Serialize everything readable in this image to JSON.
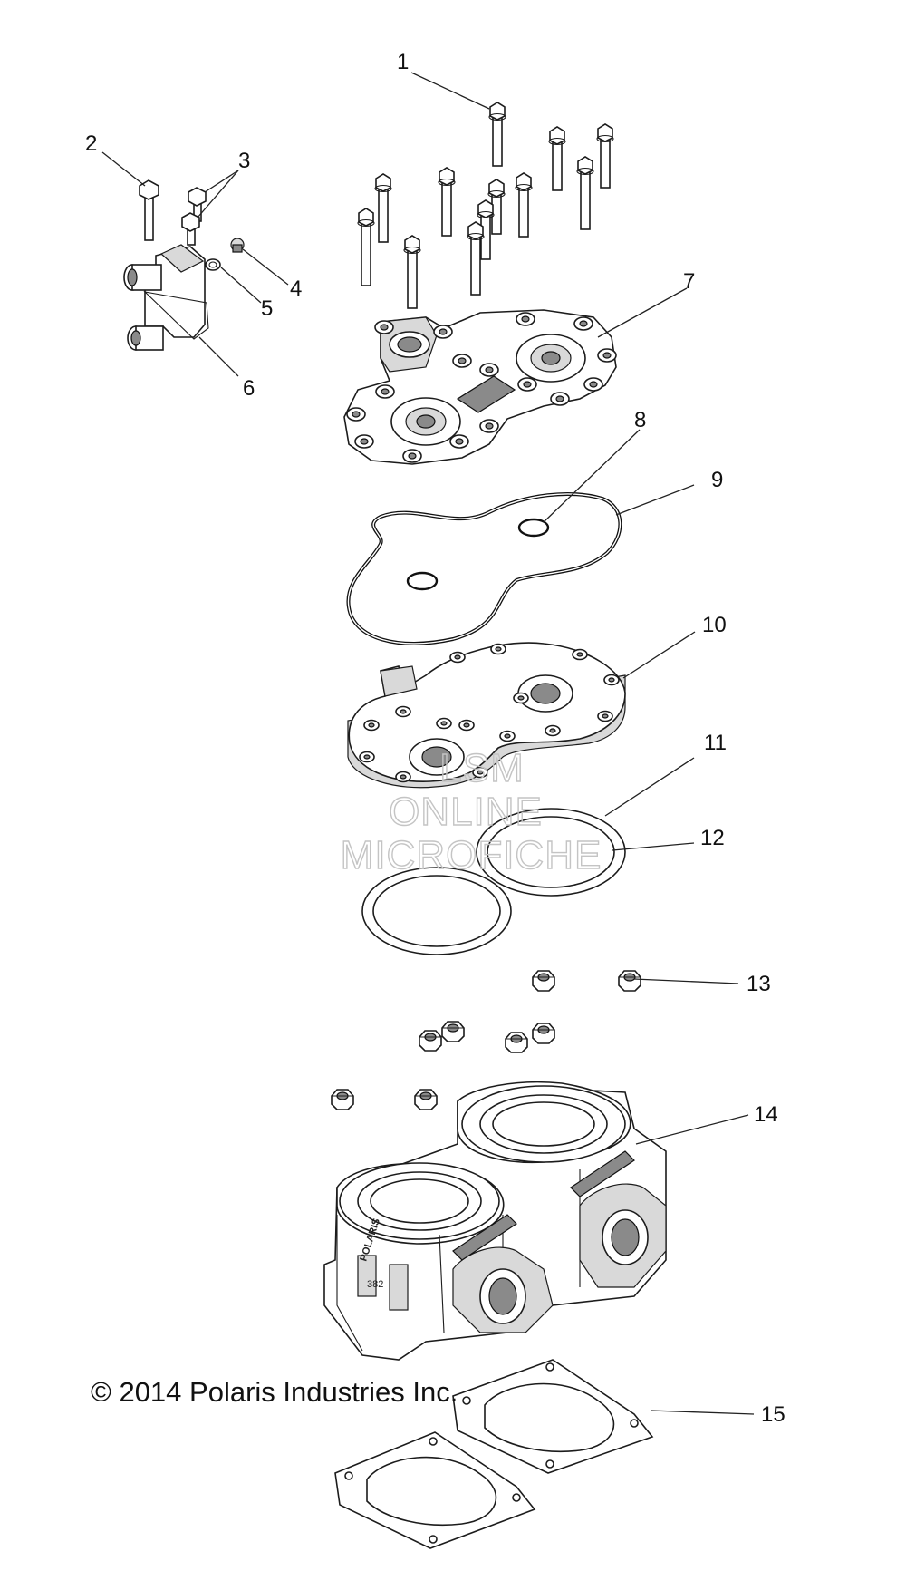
{
  "callouts": [
    {
      "num": "1"
    },
    {
      "num": "2"
    },
    {
      "num": "3"
    },
    {
      "num": "4"
    },
    {
      "num": "5"
    },
    {
      "num": "6"
    },
    {
      "num": "7"
    },
    {
      "num": "8"
    },
    {
      "num": "9"
    },
    {
      "num": "10"
    },
    {
      "num": "11"
    },
    {
      "num": "12"
    },
    {
      "num": "13"
    },
    {
      "num": "14"
    },
    {
      "num": "15"
    }
  ],
  "watermark": {
    "line1": "LSM",
    "line2": "ONLINE",
    "line3": "MICROFICHE"
  },
  "copyright": "© 2014 Polaris Industries Inc.",
  "casting_mark": "POLARIS",
  "casting_number": "382"
}
